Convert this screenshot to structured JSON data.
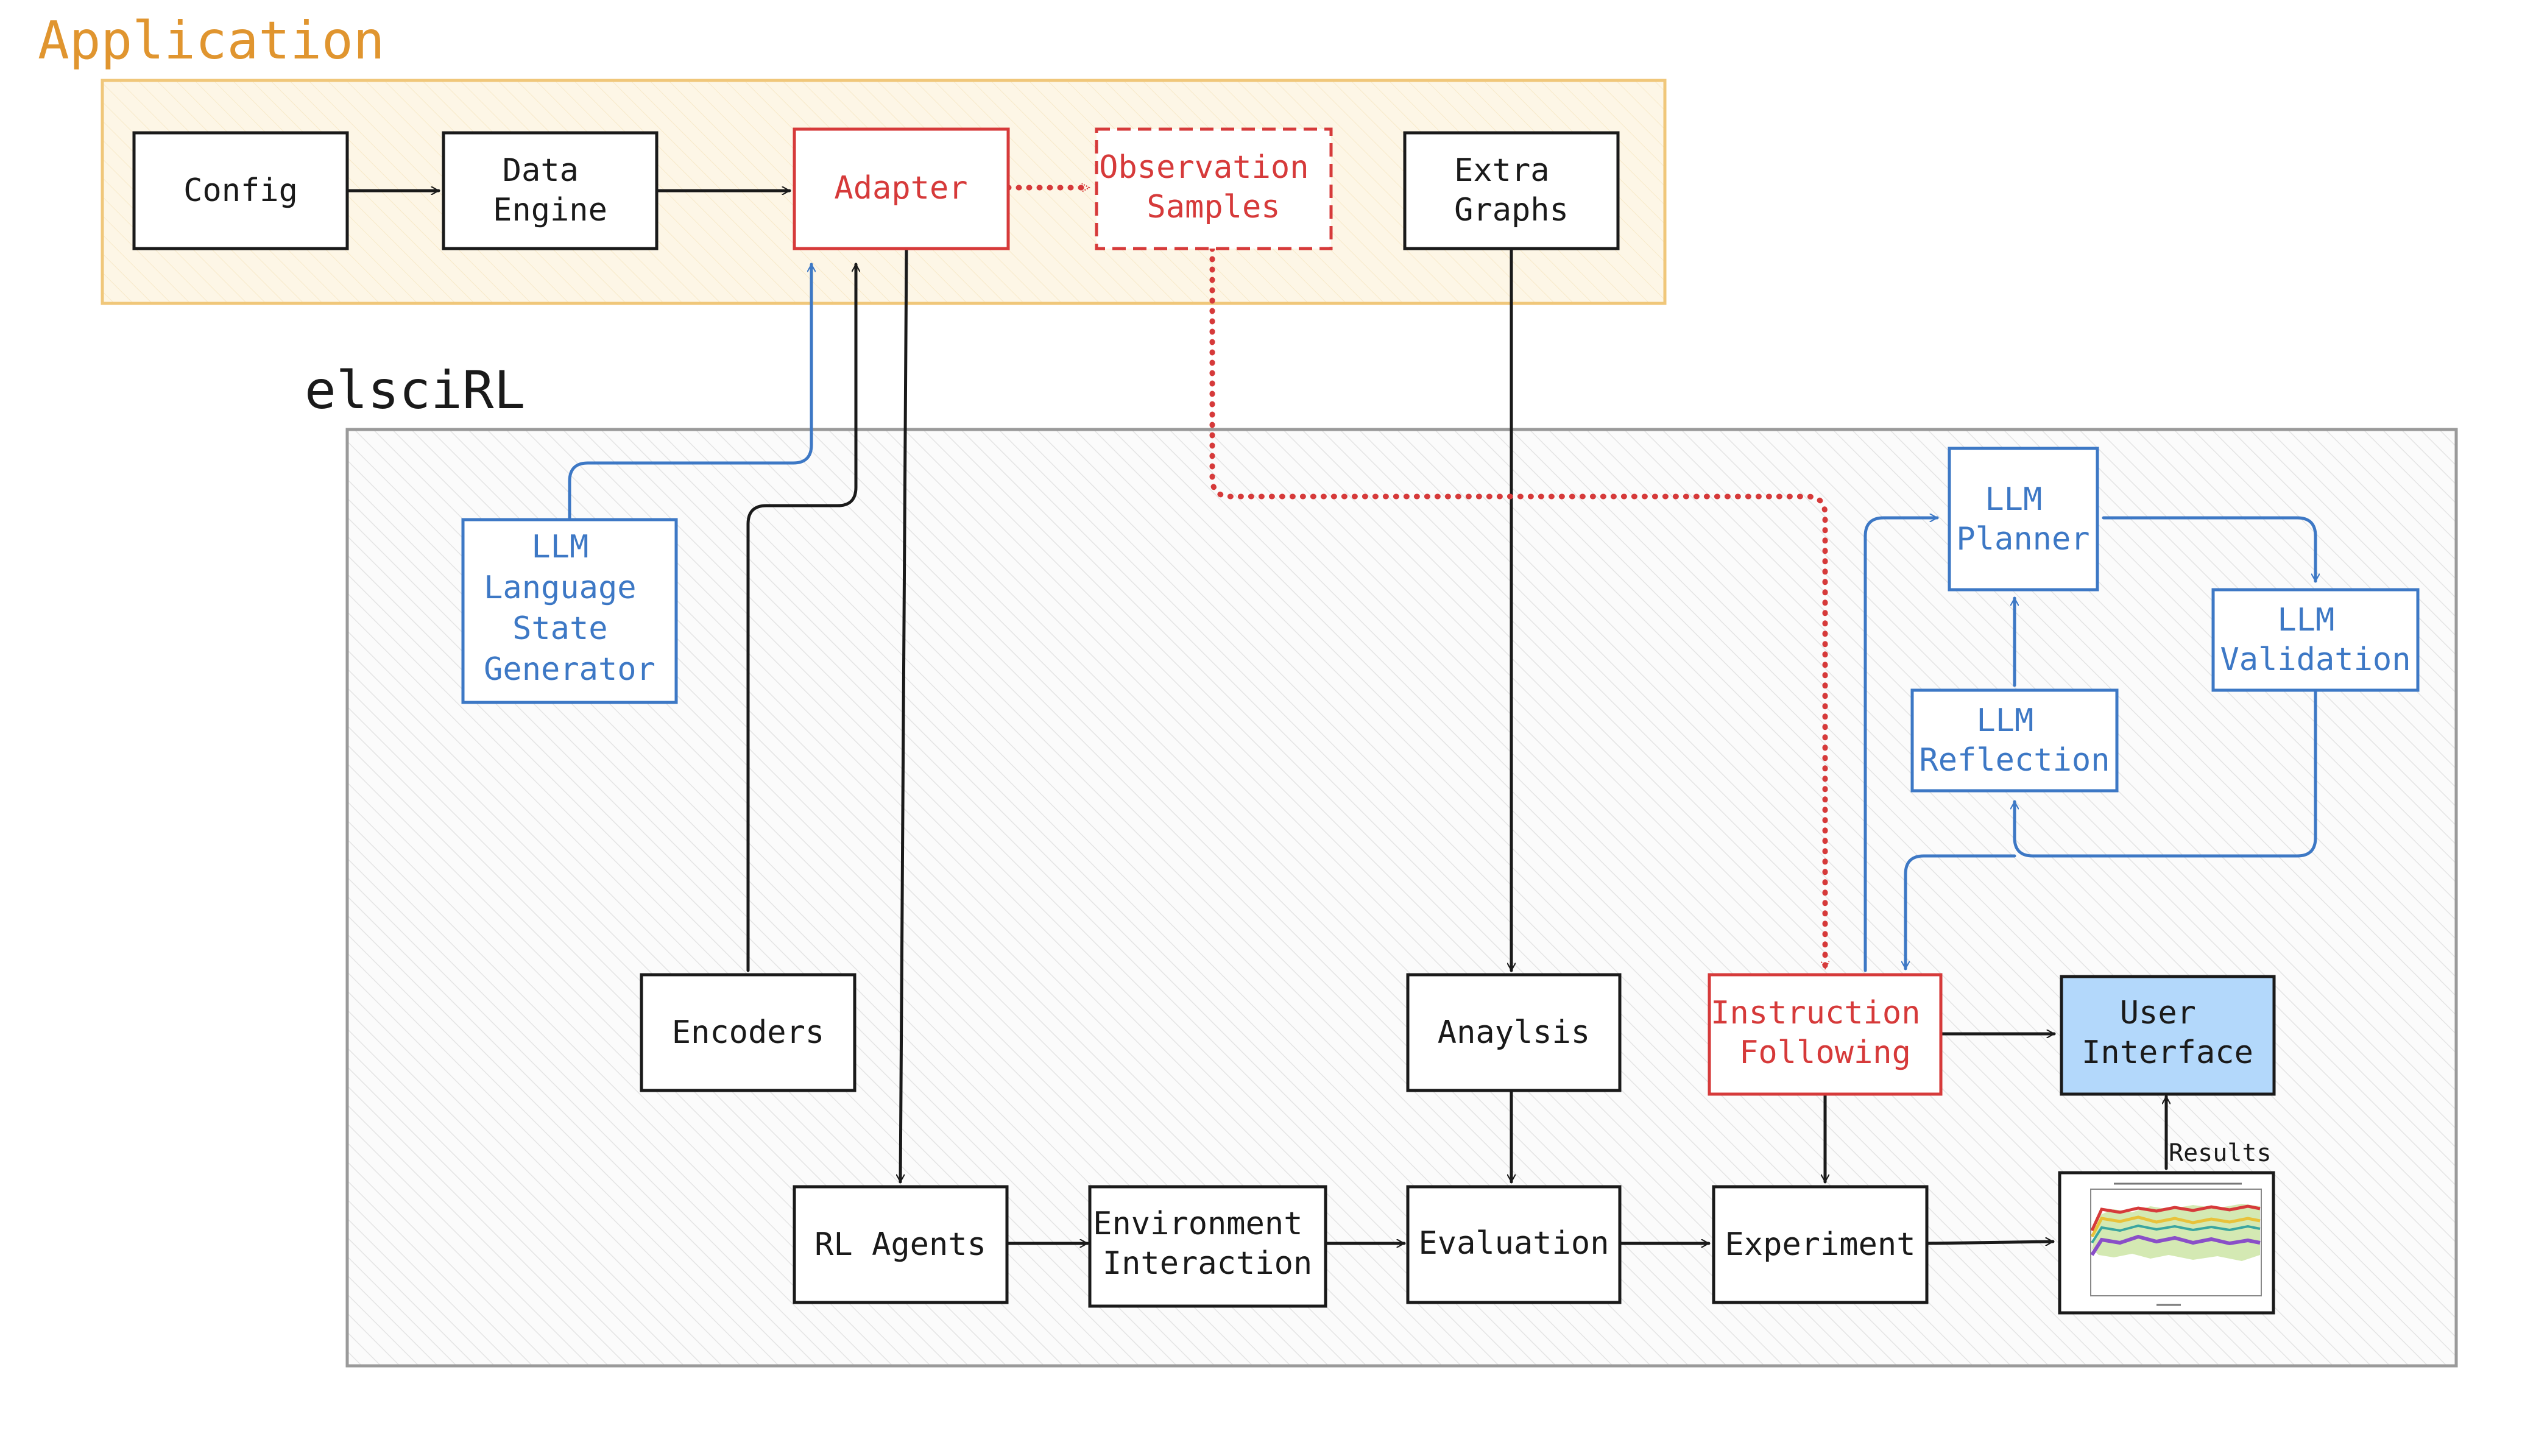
{
  "colors": {
    "black": "#1a1a1a",
    "red": "#d63a3a",
    "blue": "#3d78c5",
    "orange": "#e0952f",
    "app_bg": "#fdf6e6",
    "app_border": "#f0c77a",
    "elsci_border": "#9a9a9a",
    "ui_fill": "#b3d8fb"
  },
  "groups": {
    "application": "Application",
    "elscirl": "elsciRL"
  },
  "nodes": {
    "config": [
      "Config"
    ],
    "data_engine": [
      "Data",
      "Engine"
    ],
    "adapter": [
      "Adapter"
    ],
    "observation_samples": [
      "Observation",
      "Samples"
    ],
    "extra_graphs": [
      "Extra",
      "Graphs"
    ],
    "llm_lsg": [
      "LLM",
      "Language",
      "State",
      "Generator"
    ],
    "llm_planner": [
      "LLM",
      "Planner"
    ],
    "llm_validation": [
      "LLM",
      "Validation"
    ],
    "llm_reflection": [
      "LLM",
      "Reflection"
    ],
    "encoders": [
      "Encoders"
    ],
    "analysis": [
      "Anaylsis"
    ],
    "instruction_following": [
      "Instruction",
      "Following"
    ],
    "user_interface": [
      "User",
      "Interface"
    ],
    "rl_agents": [
      "RL Agents"
    ],
    "environment_interaction": [
      "Environment",
      "Interaction"
    ],
    "evaluation": [
      "Evaluation"
    ],
    "experiment": [
      "Experiment"
    ]
  },
  "labels": {
    "results": "Results"
  },
  "icons": {
    "results_plot": "line-chart-thumbnail"
  }
}
